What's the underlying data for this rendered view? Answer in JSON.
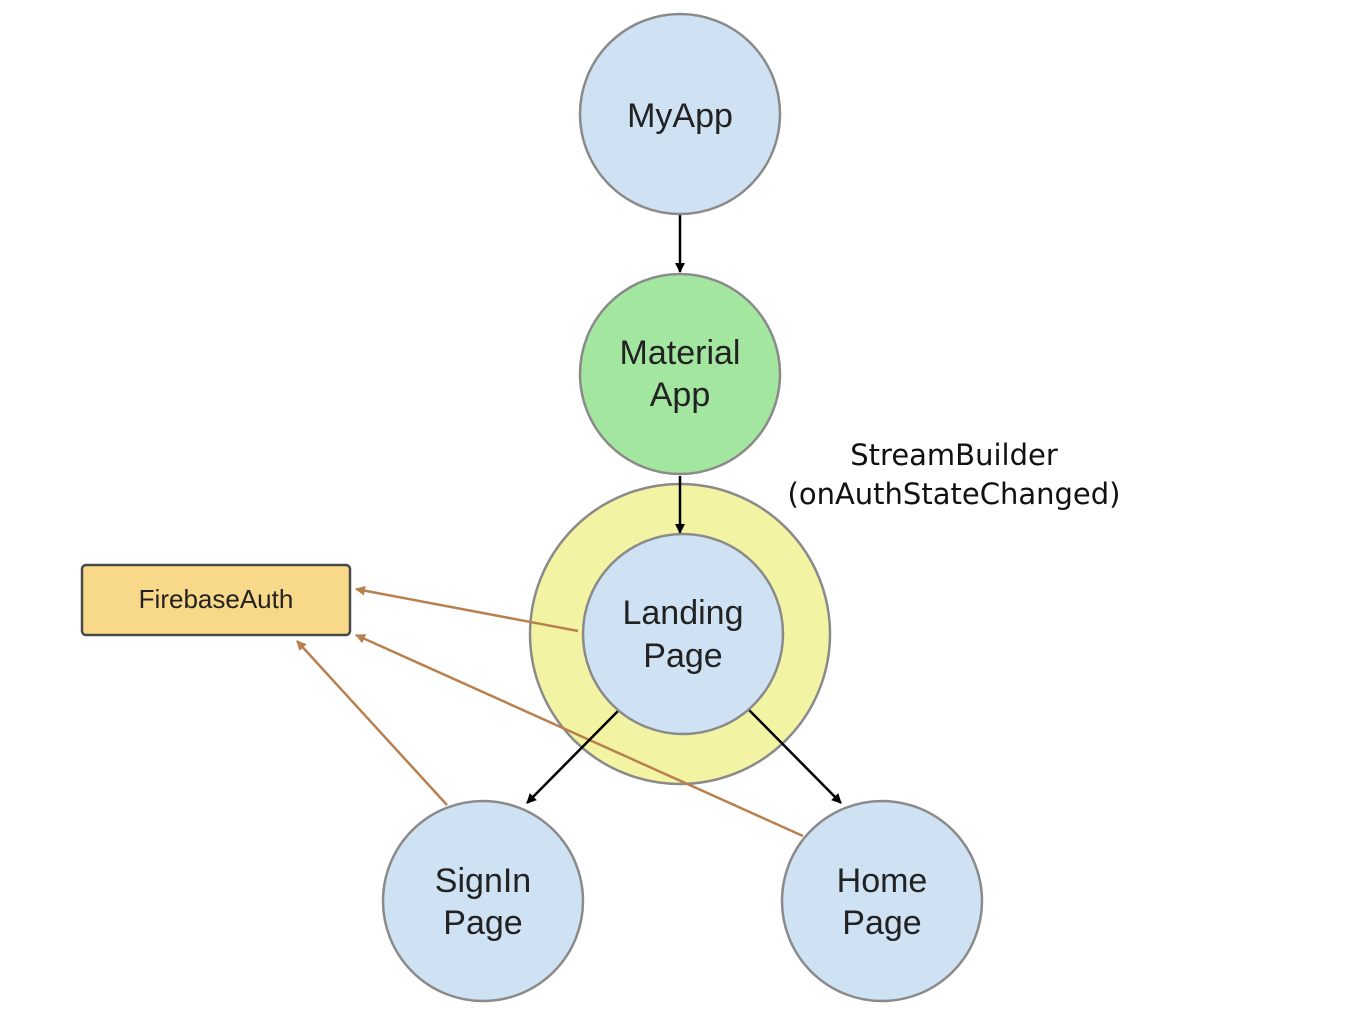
{
  "diagram": {
    "nodes": {
      "myapp": {
        "lines": [
          "MyApp"
        ],
        "fill": "#cfe2f3"
      },
      "material_app": {
        "lines": [
          "Material",
          "App"
        ],
        "fill": "#a3e6a0"
      },
      "landing_page": {
        "lines": [
          "Landing",
          "Page"
        ],
        "fill": "#cfe2f3"
      },
      "signin_page": {
        "lines": [
          "SignIn",
          "Page"
        ],
        "fill": "#cfe2f3"
      },
      "home_page": {
        "lines": [
          "Home",
          "Page"
        ],
        "fill": "#cfe2f3"
      }
    },
    "stream_builder": {
      "lines": [
        "StreamBuilder",
        "(onAuthStateChanged)"
      ],
      "ring_fill": "#f3f4a3"
    },
    "firebase_auth": {
      "label": "FirebaseAuth",
      "fill": "#f8d98a"
    },
    "edges": [
      {
        "from": "myapp",
        "to": "material_app",
        "kind": "child"
      },
      {
        "from": "material_app",
        "to": "landing_page",
        "kind": "child"
      },
      {
        "from": "landing_page",
        "to": "signin_page",
        "kind": "child"
      },
      {
        "from": "landing_page",
        "to": "home_page",
        "kind": "child"
      },
      {
        "from": "landing_page",
        "to": "firebase_auth",
        "kind": "uses"
      },
      {
        "from": "signin_page",
        "to": "firebase_auth",
        "kind": "uses"
      },
      {
        "from": "home_page",
        "to": "firebase_auth",
        "kind": "uses"
      }
    ],
    "colors": {
      "node_stroke": "#8a8a8a",
      "child_edge": "#000000",
      "uses_edge": "#b9804f",
      "box_stroke": "#4a4a4a"
    }
  }
}
